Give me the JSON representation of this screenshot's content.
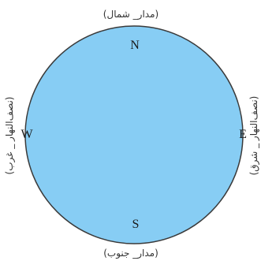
{
  "colors": {
    "circle_fill": "#87cdf4",
    "circle_stroke": "#3a3a3a",
    "text": "#1a1a1a",
    "label_text": "#333333"
  },
  "directions": {
    "north": "N",
    "south": "S",
    "east": "E",
    "west": "W"
  },
  "labels": {
    "top": "(مدار_ شمال)",
    "bottom": "(مدار_ جنوب)",
    "left": "(نصف‌النهار _ غرب)",
    "right": "(نصف‌النهار _ شرق)"
  }
}
